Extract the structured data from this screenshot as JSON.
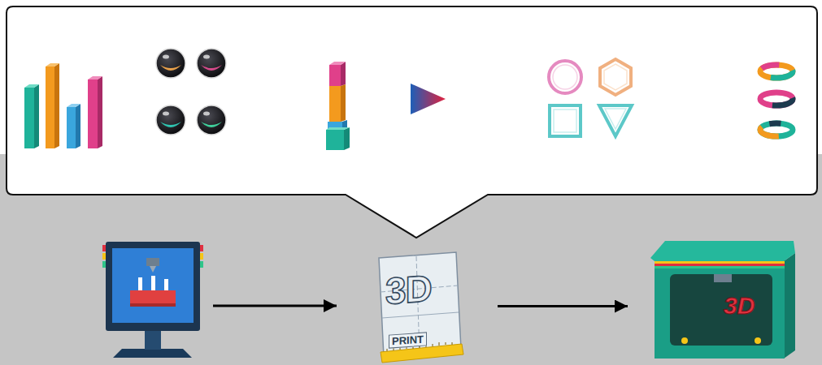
{
  "diagram": {
    "nodes": [
      {
        "text": [
          "3D",
          "PRINT"
        ]
      },
      {
        "text": [
          "3D"
        ]
      }
    ],
    "edges": [
      {
        "from": 0,
        "to": 1,
        "arrow": "to"
      }
    ]
  }
}
